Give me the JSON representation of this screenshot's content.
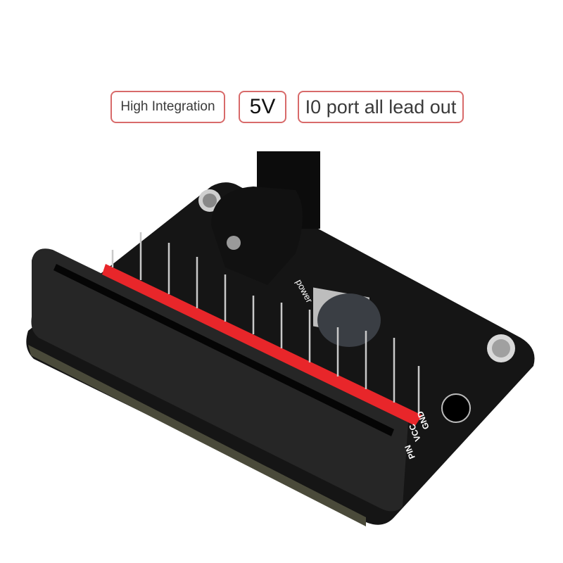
{
  "labels": {
    "feature_1": "High Integration",
    "feature_2": "5V",
    "feature_3": "I0 port all lead out"
  },
  "board": {
    "silkscreen_power": "power",
    "silkscreen_pin": "PIN",
    "silkscreen_vcc": "VCC",
    "silkscreen_gnd": "GND"
  },
  "colors": {
    "label_border": "#d86a6a",
    "board": "#151515",
    "header_red": "#e8262a"
  }
}
